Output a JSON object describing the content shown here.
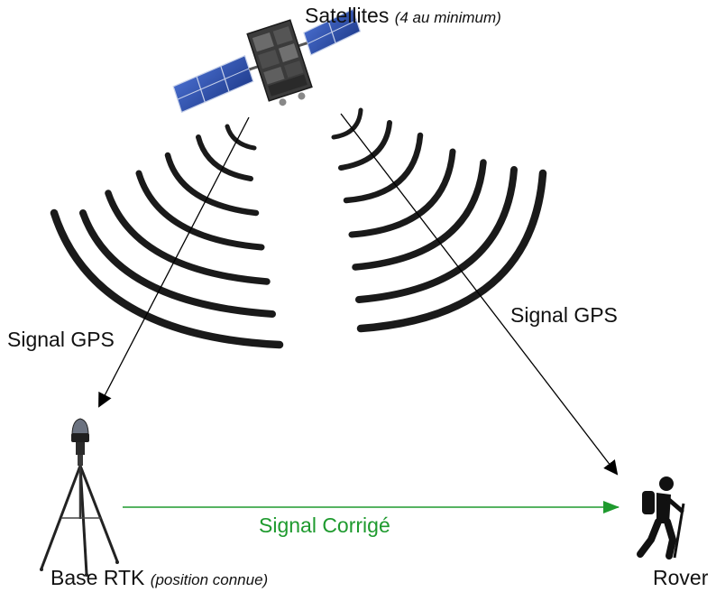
{
  "satellites": {
    "label": "Satellites",
    "note": "(4 au minimum)"
  },
  "signals": {
    "gps_left": "Signal GPS",
    "gps_right": "Signal GPS",
    "corrected": "Signal Corrigé"
  },
  "base": {
    "label": "Base RTK",
    "note": "(position connue)"
  },
  "rover": {
    "label": "Rover"
  },
  "colors": {
    "text": "#111111",
    "corrected_signal": "#1e9a2e",
    "arrow": "#000000",
    "solar_panel": "#2d4fa8",
    "wave": "#1a1a1a"
  },
  "icons": {
    "satellite": "satellite-icon",
    "base": "tripod-gnss-antenna-icon",
    "rover": "hiker-icon"
  }
}
